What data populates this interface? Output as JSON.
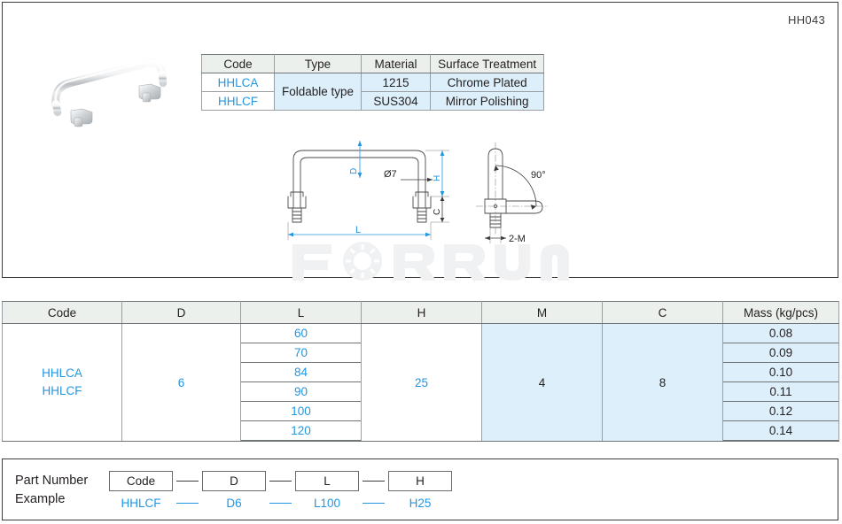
{
  "page": {
    "code": "HH043",
    "watermark": "FORRUN"
  },
  "product_photo": {
    "alt": "foldable-handle-photo"
  },
  "spec_table": {
    "headers": [
      "Code",
      "Type",
      "Material",
      "Surface Treatment"
    ],
    "rows": [
      {
        "code": "HHLCA",
        "type": "Foldable type",
        "material": "1215",
        "surface": "Chrome Plated"
      },
      {
        "code": "HHLCF",
        "type": "Foldable type",
        "material": "SUS304",
        "surface": "Mirror Polishing"
      }
    ]
  },
  "drawing": {
    "labels": {
      "d": "D",
      "diameter": "Ø7",
      "h": "H",
      "c": "C",
      "l": "L",
      "angle": "90°",
      "thread": "2-M"
    }
  },
  "dimension_table": {
    "headers": [
      "Code",
      "D",
      "L",
      "H",
      "M",
      "C",
      "Mass (kg/pcs)"
    ],
    "code": "HHLCA\nHHLCF",
    "code_lines": [
      "HHLCA",
      "HHLCF"
    ],
    "d": "6",
    "l_values": [
      "60",
      "70",
      "84",
      "90",
      "100",
      "120"
    ],
    "h": "25",
    "m": "4",
    "c": "8",
    "mass_values": [
      "0.08",
      "0.09",
      "0.10",
      "0.11",
      "0.12",
      "0.14"
    ]
  },
  "part_number": {
    "title_line1": "Part Number",
    "title_line2": "Example",
    "segments": [
      {
        "box": "Code",
        "value": "HHLCF"
      },
      {
        "box": "D",
        "value": "D6"
      },
      {
        "box": "L",
        "value": "L100"
      },
      {
        "box": "H",
        "value": "H25"
      }
    ]
  },
  "colors": {
    "accent_blue": "#2196e3",
    "fill_blue": "#ddeffa",
    "header_gray": "#ecf0ed",
    "border_gray": "#9b9fa2",
    "text_dark": "#231f20"
  }
}
